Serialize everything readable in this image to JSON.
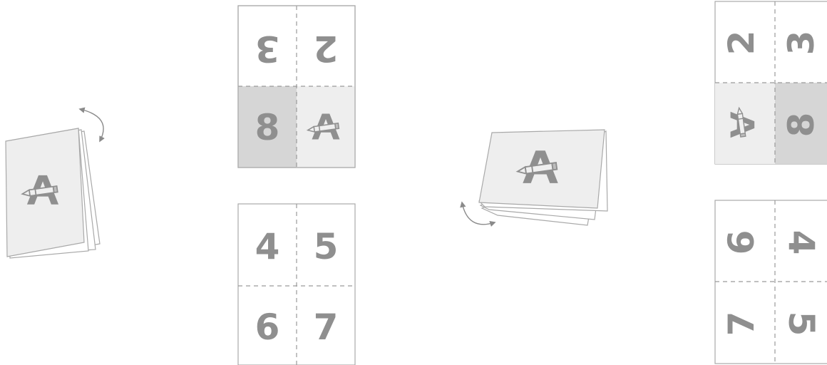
{
  "colors": {
    "sheet": "#ffffff",
    "sheet_border": "#a9a9a9",
    "panel_light": "#eeeeee",
    "panel_dark": "#d6d6d6",
    "fold_line": "#9a9a9a",
    "glyph": "#8f8f8f",
    "arrow": "#8a8a8a"
  },
  "icons": [
    "pencil-letter-a-icon",
    "rotate-arrow-icon"
  ],
  "sheets": {
    "sheet_a_top": {
      "panels": [
        "3",
        "2",
        "8",
        "A"
      ]
    },
    "sheet_a_bottom": {
      "panels": [
        "4",
        "5",
        "6",
        "7"
      ]
    },
    "sheet_b_top": {
      "panels": [
        "2",
        "3",
        "A",
        "8"
      ]
    },
    "sheet_b_bottom": {
      "panels": [
        "6",
        "4",
        "7",
        "5"
      ]
    }
  }
}
